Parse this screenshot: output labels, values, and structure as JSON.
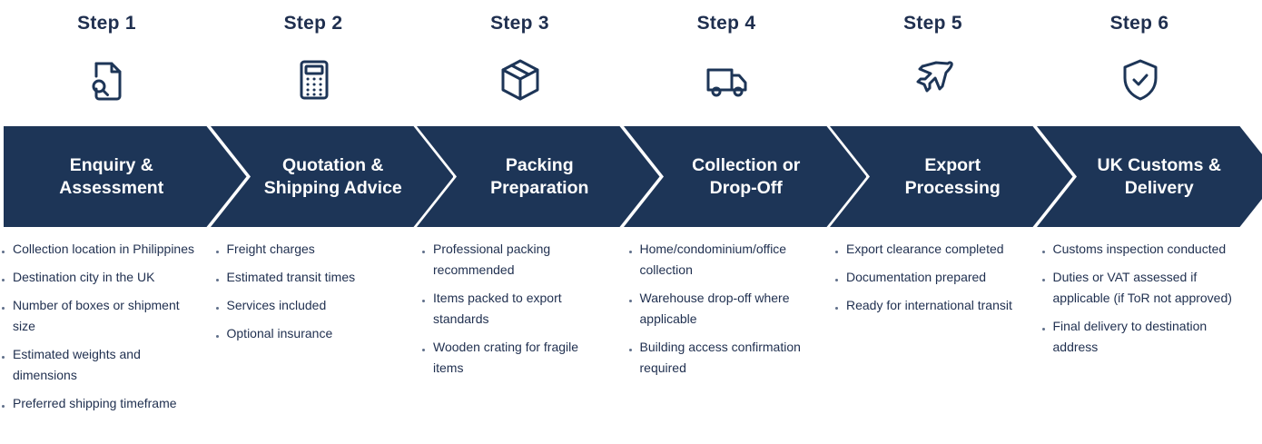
{
  "colors": {
    "navy": "#1d3557",
    "text": "#1f2f4f"
  },
  "steps": [
    {
      "step_label": "Step 1",
      "icon": "document-search-icon",
      "title_lines": [
        "Enquiry &",
        "Assessment"
      ],
      "bullets": [
        "Collection location in Philippines",
        "Destination city in the UK",
        "Number of boxes or shipment size",
        "Estimated weights and dimensions",
        "Preferred shipping timeframe"
      ]
    },
    {
      "step_label": "Step 2",
      "icon": "calculator-icon",
      "title_lines": [
        "Quotation &",
        "Shipping Advice"
      ],
      "bullets": [
        "Freight charges",
        "Estimated transit times",
        "Services included",
        "Optional insurance"
      ]
    },
    {
      "step_label": "Step 3",
      "icon": "package-box-icon",
      "title_lines": [
        "Packing",
        "Preparation"
      ],
      "bullets": [
        "Professional packing recommended",
        "Items packed to export standards",
        "Wooden crating for fragile items"
      ]
    },
    {
      "step_label": "Step 4",
      "icon": "delivery-truck-icon",
      "title_lines": [
        "Collection or",
        "Drop-Off"
      ],
      "bullets": [
        "Home/condominium/office collection",
        "Warehouse drop-off where applicable",
        "Building access confirmation required"
      ]
    },
    {
      "step_label": "Step 5",
      "icon": "airplane-icon",
      "title_lines": [
        "Export",
        "Processing"
      ],
      "bullets": [
        "Export clearance completed",
        "Documentation prepared",
        "Ready for international transit"
      ]
    },
    {
      "step_label": "Step 6",
      "icon": "shield-check-icon",
      "title_lines": [
        "UK Customs &",
        "Delivery"
      ],
      "bullets": [
        "Customs inspection conducted",
        "Duties or VAT assessed if applicable (if ToR not approved)",
        "Final delivery to destination address"
      ]
    }
  ]
}
